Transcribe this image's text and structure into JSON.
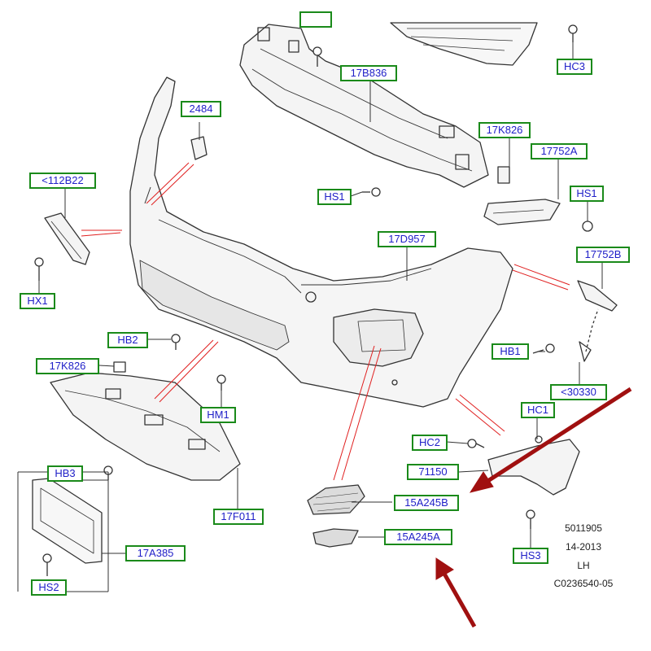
{
  "colors": {
    "label_border": "#1a8a1a",
    "label_text": "#2020c8",
    "annotation_arrow": "#a01010",
    "guide_line": "#e02020",
    "part_stroke": "#333333"
  },
  "labels": {
    "top": "",
    "b17B836": "17B836",
    "hc3": "HC3",
    "p2484": "2484",
    "k17826_top": "17K826",
    "a17752": "17752A",
    "b112": "<112B22",
    "hs1_left": "HS1",
    "hs1_right": "HS1",
    "d17957": "17D957",
    "b17752": "17752B",
    "hx1": "HX1",
    "hb2": "HB2",
    "k17826_left": "17K826",
    "hb1": "HB1",
    "c30330": "<30330",
    "hm1": "HM1",
    "hc1": "HC1",
    "hc2": "HC2",
    "p71150": "71150",
    "hb3": "HB3",
    "f17011": "17F011",
    "b15A245": "15A245B",
    "a15A245": "15A245A",
    "hs3": "HS3",
    "a17385": "17A385",
    "hs2": "HS2"
  },
  "reference": {
    "line1": "5011905",
    "line2": "14-2013",
    "line3": "LH",
    "line4": "C0236540-05"
  }
}
